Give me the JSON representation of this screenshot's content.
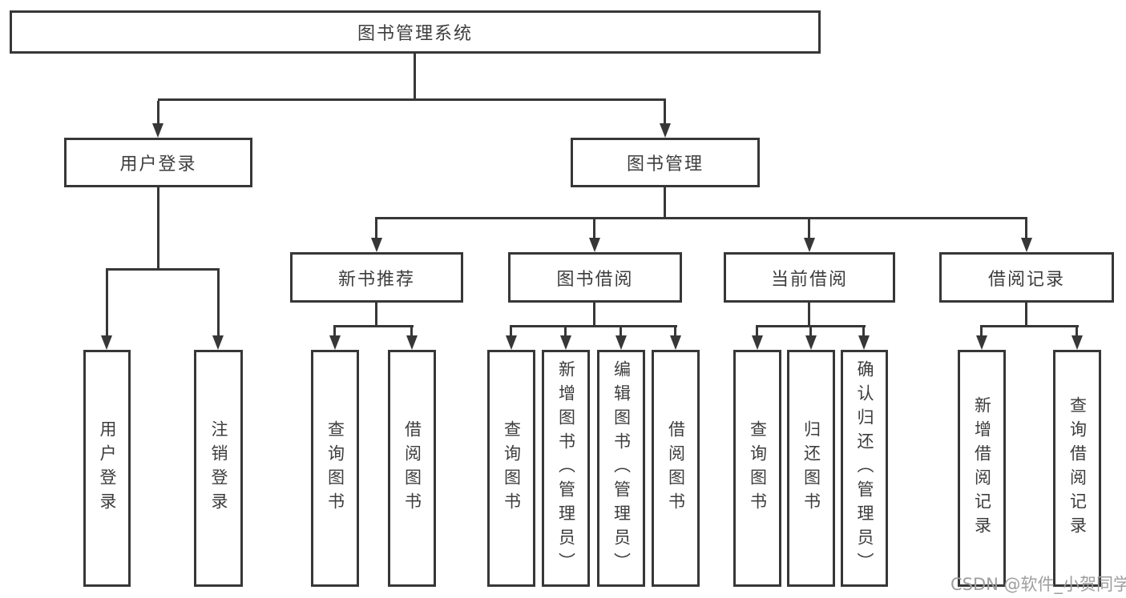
{
  "diagram": {
    "root": {
      "label": "图书管理系统",
      "children": [
        {
          "label": "用户登录",
          "children": [
            {
              "label": "用户登录"
            },
            {
              "label": "注销登录"
            }
          ]
        },
        {
          "label": "图书管理",
          "children": [
            {
              "label": "新书推荐",
              "children": [
                {
                  "label": "查询图书"
                },
                {
                  "label": "借阅图书"
                }
              ]
            },
            {
              "label": "图书借阅",
              "children": [
                {
                  "label": "查询图书"
                },
                {
                  "label": "新增图书（管理员）"
                },
                {
                  "label": "编辑图书（管理员）"
                },
                {
                  "label": "借阅图书"
                }
              ]
            },
            {
              "label": "当前借阅",
              "children": [
                {
                  "label": "查询图书"
                },
                {
                  "label": "归还图书"
                },
                {
                  "label": "确认归还（管理员）"
                }
              ]
            },
            {
              "label": "借阅记录",
              "children": [
                {
                  "label": "新增借阅记录"
                },
                {
                  "label": "查询借阅记录"
                }
              ]
            }
          ]
        }
      ]
    },
    "watermark": "CSDN @软件_小贺同学",
    "colors": {
      "line": "#373737",
      "box_border": "#373737",
      "text": "#3d3d3d",
      "background": "#ffffff",
      "watermark": "#9e9e9e"
    }
  }
}
